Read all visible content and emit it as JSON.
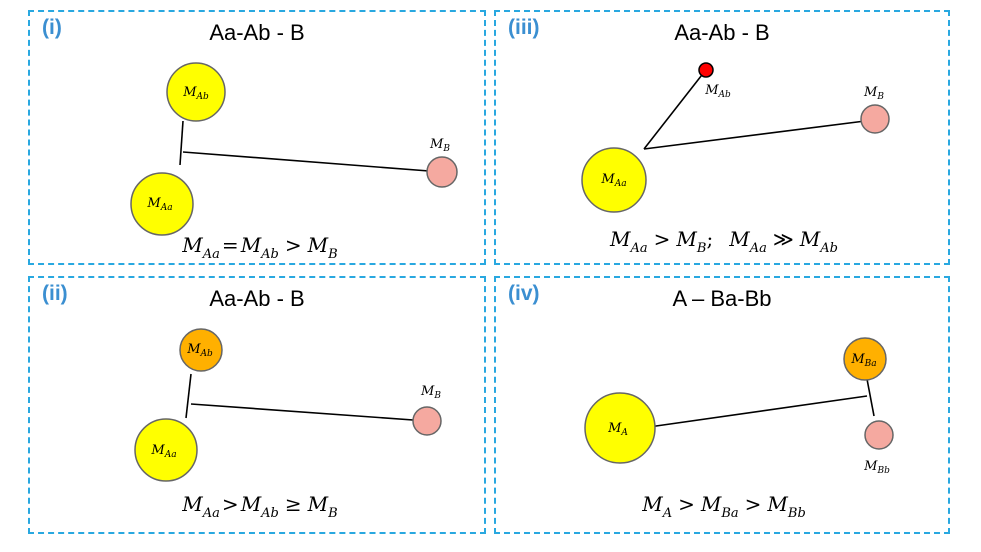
{
  "panels": {
    "i": {
      "label": "(i)",
      "title": "Aa-Ab - B"
    },
    "iii": {
      "label": "(iii)",
      "title": "Aa-Ab - B"
    },
    "ii": {
      "label": "(ii)",
      "title": "Aa-Ab - B"
    },
    "iv": {
      "label": "(iv)",
      "title": "A – Ba-Bb"
    }
  },
  "symbols": {
    "M": "M",
    "A": "A",
    "Aa": "Aa",
    "Ab": "Ab",
    "B": "B",
    "Ba": "Ba",
    "Bb": "Bb",
    "gt": ">",
    "ge": "≥",
    "eq": "=",
    "gg": "≫",
    "semi": ";"
  },
  "colors": {
    "border": "#29a8e0",
    "label": "#3b8fd1",
    "yellow": "#ffff00",
    "orange": "#ffb000",
    "pink": "#f5a9a0",
    "red": "#ff0000"
  }
}
